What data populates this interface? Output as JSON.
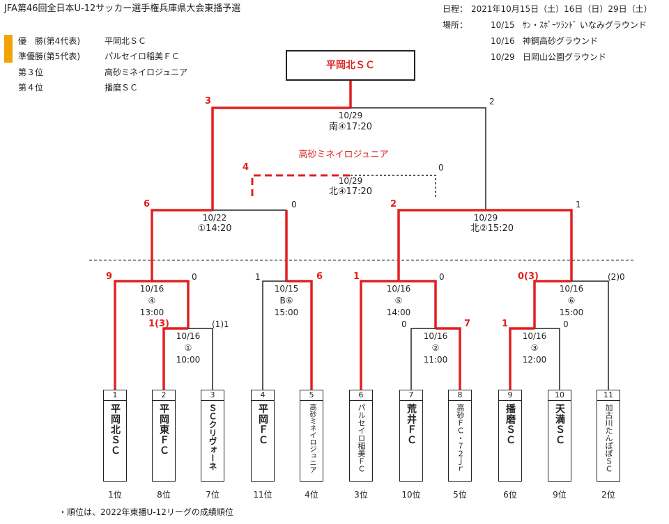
{
  "header": {
    "title": "JFA第46回全日本U-12サッカー選手権兵庫県大会東播予選",
    "date_label": "日程：",
    "date_value": "2021年10月15日（土）16日（日）29日（土）",
    "venue_label": "場所：",
    "venues": [
      {
        "date": "10/15",
        "name": "ｻﾝ・ｽﾎﾟｰﾂﾗﾝﾄﾞ いなみグラウンド"
      },
      {
        "date": "10/16",
        "name": "神鋼高砂グラウンド"
      },
      {
        "date": "10/29",
        "name": "日岡山公園グラウンド"
      }
    ]
  },
  "results": [
    {
      "label": "優　勝(第4代表)",
      "team": "平岡北ＳＣ"
    },
    {
      "label": "準優勝(第5代表)",
      "team": "パルセイロ稲美ＦＣ"
    },
    {
      "label": "第３位",
      "team": "高砂ミネイロジュニア"
    },
    {
      "label": "第４位",
      "team": "播磨ＳＣ"
    }
  ],
  "colors": {
    "winner_line": "#e02020",
    "loser_line": "#222222",
    "highlight_bar": "#f1a400"
  },
  "champion": "平岡北ＳＣ",
  "third_place_team": "高砂ミネイロジュニア",
  "matches": {
    "final": {
      "date": "10/29",
      "slot": "南④17:20",
      "score_left": "3",
      "score_right": "2"
    },
    "third": {
      "date": "10/29",
      "slot": "北④17:20",
      "score_left": "4",
      "score_right": "0"
    },
    "sf_left": {
      "date": "10/22",
      "slot": "①14:20",
      "score_left": "6",
      "score_right": "0"
    },
    "sf_right": {
      "date": "10/29",
      "slot": "北②15:20",
      "score_left": "2",
      "score_right": "1"
    },
    "qf1": {
      "date": "10/16",
      "no": "④",
      "time": "13:00",
      "score_left": "9",
      "score_right": "0"
    },
    "qf2": {
      "date": "10/15",
      "no": "B⑥",
      "time": "15:00",
      "score_left": "1",
      "score_right": "6"
    },
    "qf3": {
      "date": "10/16",
      "no": "⑤",
      "time": "14:00",
      "score_left": "1",
      "score_right": "0"
    },
    "qf4": {
      "date": "10/16",
      "no": "⑥",
      "time": "15:00",
      "score_left": "0(3)",
      "score_right": "(2)0"
    },
    "r1a": {
      "date": "10/16",
      "no": "①",
      "time": "10:00",
      "score_left": "1(3)",
      "score_right": "(1)1"
    },
    "r1b": {
      "date": "10/16",
      "no": "②",
      "time": "11:00",
      "score_left": "0",
      "score_right": "7"
    },
    "r1c": {
      "date": "10/16",
      "no": "③",
      "time": "12:00",
      "score_left": "1",
      "score_right": "0"
    }
  },
  "teams": [
    {
      "no": "1",
      "name": "平岡北ＳＣ",
      "rank": "1位"
    },
    {
      "no": "2",
      "name": "平岡東ＦＣ",
      "rank": "8位"
    },
    {
      "no": "3",
      "name": "ＳＣクリヴォーネ",
      "rank": "7位"
    },
    {
      "no": "4",
      "name": "平岡ＦＣ",
      "rank": "11位"
    },
    {
      "no": "5",
      "name": "高砂ミネイロジュニア",
      "rank": "4位"
    },
    {
      "no": "6",
      "name": "パルセイロ稲美ＦＣ",
      "rank": "3位"
    },
    {
      "no": "7",
      "name": "荒井ＦＣ",
      "rank": "10位"
    },
    {
      "no": "8",
      "name": "高砂ＦＣ・７２ｊｒ",
      "rank": "5位"
    },
    {
      "no": "9",
      "name": "播磨ＳＣ",
      "rank": "6位"
    },
    {
      "no": "10",
      "name": "天満ＳＣ",
      "rank": "9位"
    },
    {
      "no": "11",
      "name": "加古川たんぽぽＳＣ",
      "rank": "2位"
    }
  ],
  "footnote": "・順位は、2022年東播U-12リーグの成績順位"
}
